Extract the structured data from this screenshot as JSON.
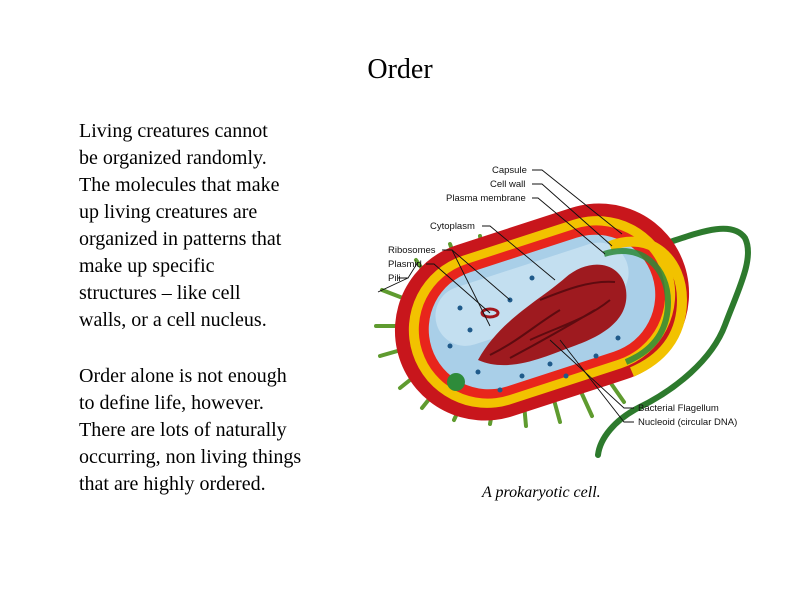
{
  "slide": {
    "title": "Order",
    "paragraph_1": [
      "Living creatures cannot",
      "be organized randomly.",
      "The molecules that make",
      "up living creatures are",
      "organized in patterns that",
      "make up specific",
      "structures – like cell",
      "walls, or a cell nucleus."
    ],
    "paragraph_2": [
      "Order alone is not enough",
      "to define life, however.",
      "There are lots of naturally",
      "occurring, non living things",
      "that are highly ordered."
    ]
  },
  "figure": {
    "labels": {
      "capsule": "Capsule",
      "cell_wall": "Cell wall",
      "plasma_membrane": "Plasma membrane",
      "cytoplasm": "Cytoplasm",
      "ribosomes": "Ribosomes",
      "plasmid": "Plasmid",
      "pili": "Pili",
      "flagellum": "Bacterial Flagellum",
      "nucleoid": "Nucleoid (circular DNA)"
    },
    "caption": "A prokaryotic cell.",
    "colors": {
      "capsule": "#c8161c",
      "cell_wall": "#f2c200",
      "membrane": "#e8251c",
      "cytoplasm": "#a9cfe8",
      "nucleoid": "#9e1a1f",
      "flagellum": "#2d7a2d",
      "pili": "#5f9b2f"
    }
  }
}
